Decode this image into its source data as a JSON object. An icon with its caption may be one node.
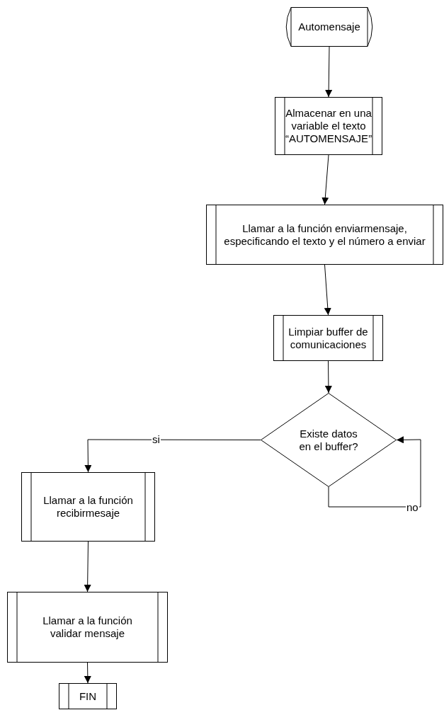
{
  "diagram": {
    "nodes": [
      {
        "text": [
          "Automensaje"
        ]
      },
      {
        "text": [
          "Almacenar en una variable el texto “AUTOMENSAJE”"
        ]
      },
      {
        "text": [
          "Llamar a la función enviarmensaje, especificando el texto y el número a enviar"
        ]
      },
      {
        "text": [
          "Limpiar buffer de comunicaciones"
        ]
      },
      {
        "text": [
          "Existe datos en el buffer?"
        ]
      },
      {
        "text": [
          "Llamar a la función recibirmesaje"
        ]
      },
      {
        "text": [
          "Llamar a la función validar mensaje"
        ]
      },
      {
        "text": [
          "FIN"
        ]
      }
    ],
    "edges": [
      {
        "from": 0,
        "to": 1,
        "arrow": "to"
      },
      {
        "from": 1,
        "to": 2,
        "arrow": "to"
      },
      {
        "from": 2,
        "to": 3,
        "arrow": "to"
      },
      {
        "from": 3,
        "to": 4,
        "arrow": "to"
      },
      {
        "from": 4,
        "to": 5,
        "arrow": "to",
        "label": "si"
      },
      {
        "from": 4,
        "to": 4,
        "arrow": "to",
        "label": "no"
      },
      {
        "from": 5,
        "to": 6,
        "arrow": "to"
      },
      {
        "from": 6,
        "to": 7,
        "arrow": "to"
      }
    ]
  }
}
